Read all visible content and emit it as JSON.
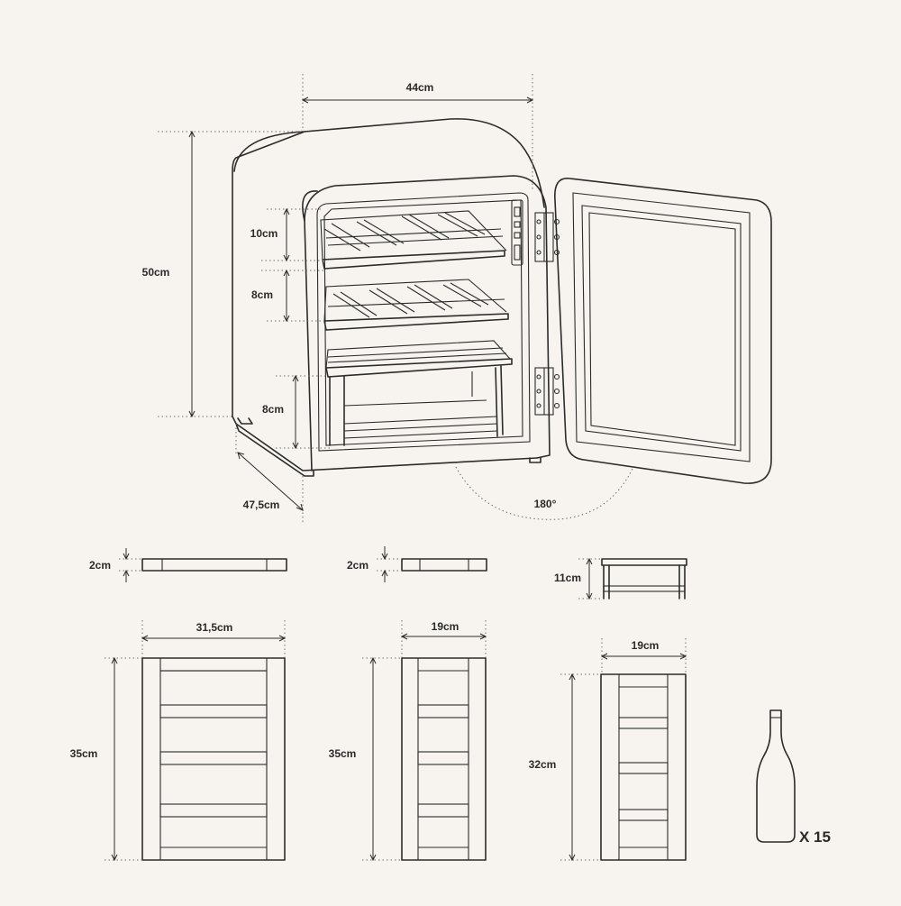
{
  "dimensions": {
    "width": "44cm",
    "height": "50cm",
    "depth": "47,5cm",
    "shelf_gap_top": "10cm",
    "shelf_gap_middle": "8cm",
    "shelf_gap_bottom": "8cm",
    "door_angle": "180°"
  },
  "shelves": [
    {
      "thickness": "2cm",
      "width": "31,5cm",
      "length": "35cm"
    },
    {
      "thickness": "2cm",
      "width": "19cm",
      "length": "35cm"
    },
    {
      "thickness": "11cm",
      "width": "19cm",
      "length": "32cm"
    }
  ],
  "capacity": {
    "label": "X 15"
  },
  "colors": {
    "background": "#f7f4ef",
    "line": "#2b2b2b"
  }
}
